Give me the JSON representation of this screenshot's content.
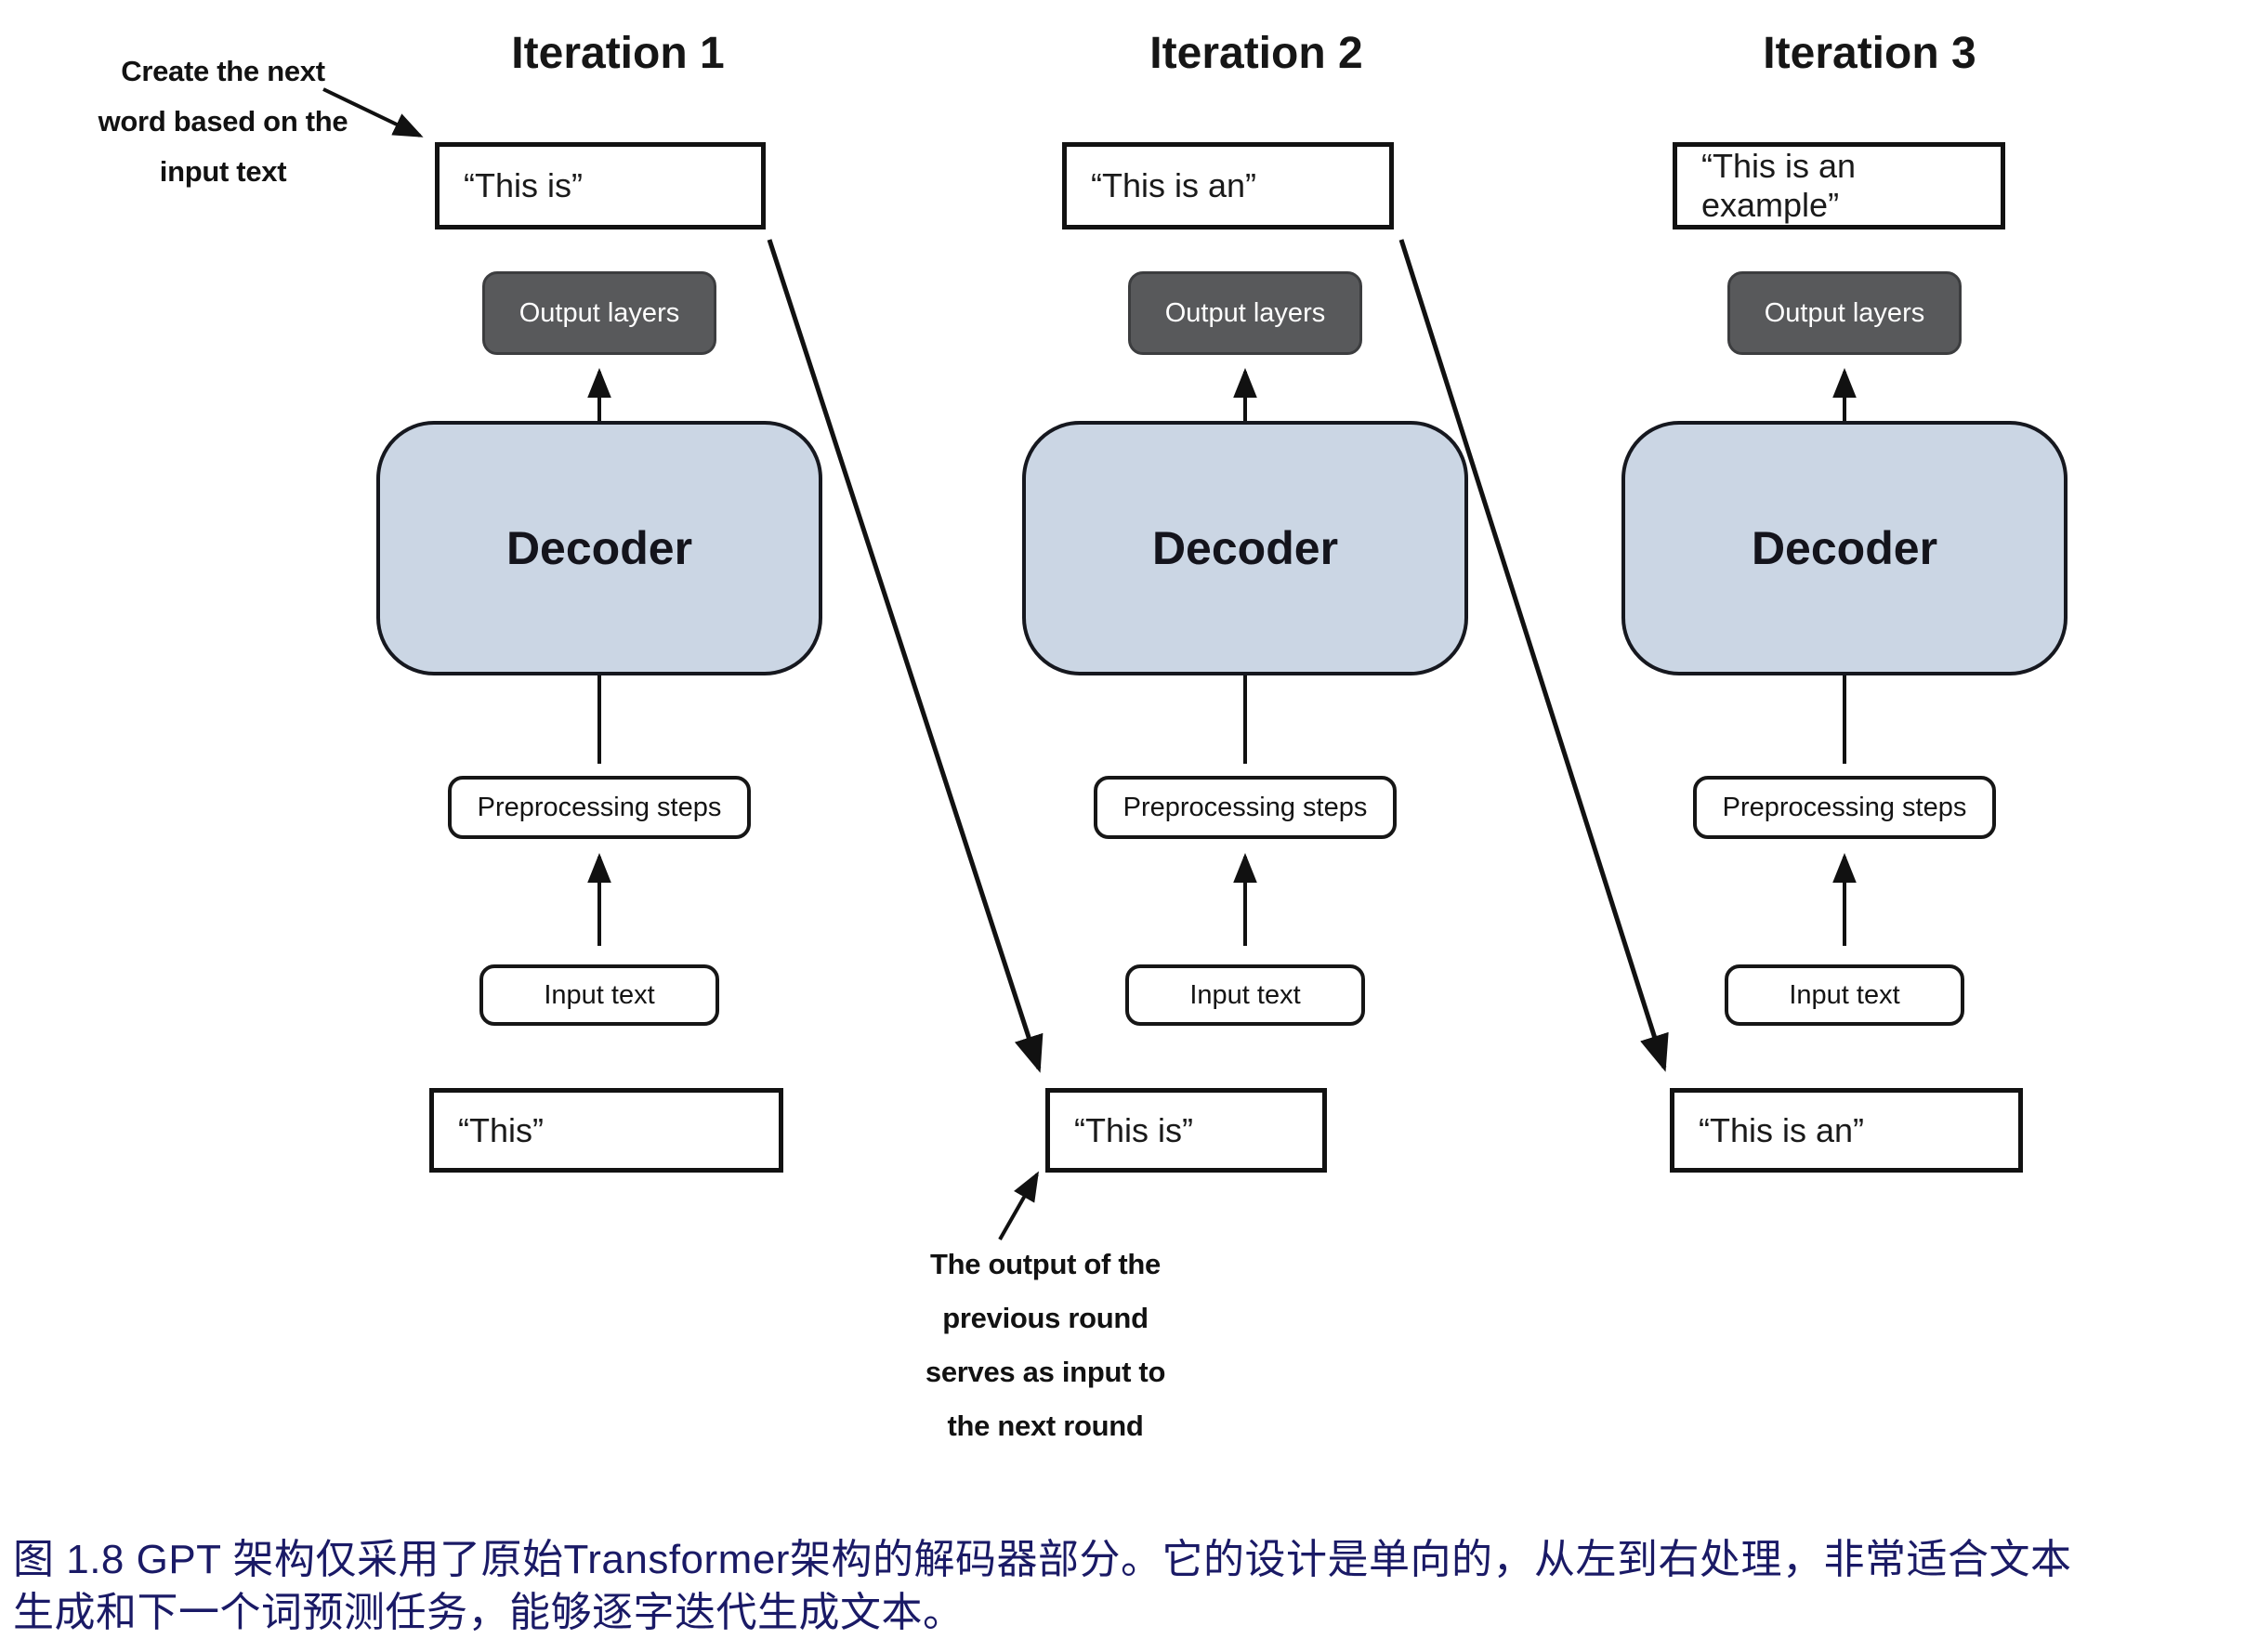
{
  "figure": {
    "iterations": [
      {
        "title": "Iteration 1",
        "output_text": "“This is”",
        "output_layers": "Output layers",
        "decoder": "Decoder",
        "preprocessing": "Preprocessing steps",
        "input_label": "Input text",
        "input_string": "“This”"
      },
      {
        "title": "Iteration 2",
        "output_text": "“This is an”",
        "output_layers": "Output layers",
        "decoder": "Decoder",
        "preprocessing": "Preprocessing steps",
        "input_label": "Input text",
        "input_string": "“This is”"
      },
      {
        "title": "Iteration 3",
        "output_text": "“This is an example”",
        "output_layers": "Output layers",
        "decoder": "Decoder",
        "preprocessing": "Preprocessing steps",
        "input_label": "Input text",
        "input_string": "“This is an”"
      }
    ],
    "annotations": {
      "create_next_word": [
        "Create the next",
        "word based on the",
        "input text"
      ],
      "output_previous_round": [
        "The output of the",
        "previous round",
        "serves as input to",
        "the next round"
      ]
    },
    "colors": {
      "decoder_fill": "#cbd6e4",
      "output_layers_fill": "#58595b",
      "caption_text": "#1a1a66",
      "arrow": "#111111"
    }
  },
  "caption": {
    "line1": "图 1.8  GPT 架构仅采用了原始Transformer架构的解码器部分。它的设计是单向的，从左到右处理，非常适合文本",
    "line2": "生成和下一个词预测任务，能够逐字迭代生成文本。"
  }
}
